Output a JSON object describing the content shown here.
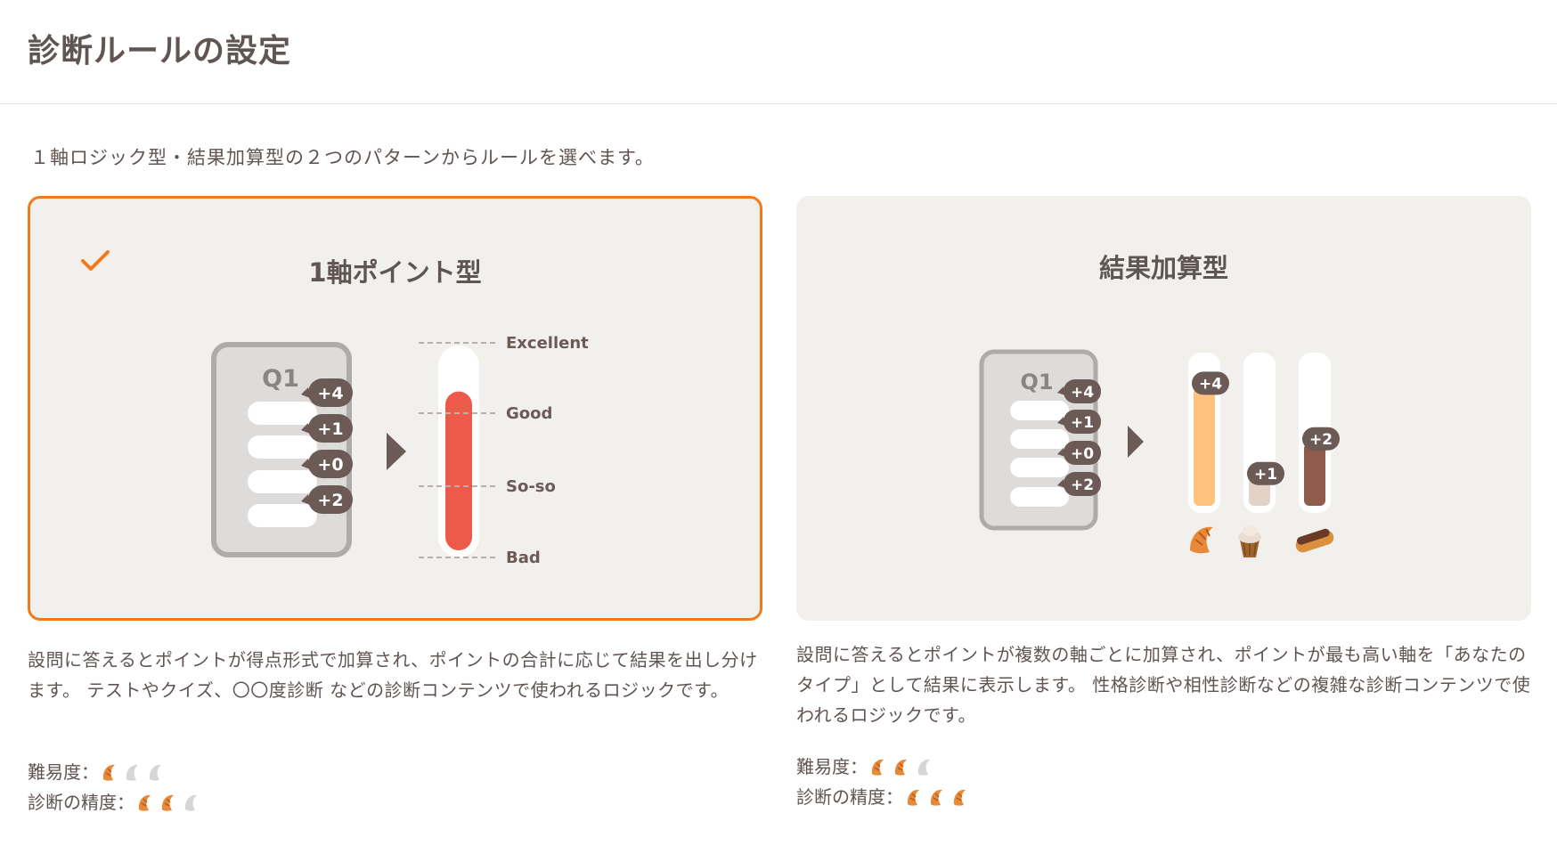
{
  "header": {
    "title": "診断ルールの設定"
  },
  "intro": "１軸ロジック型・結果加算型の２つのパターンからルールを選べます。",
  "colors": {
    "accent": "#f27a1a",
    "gauge_red": "#ec5a4a",
    "bar_orange": "#ffc27e",
    "bar_beige": "#e3d2c6",
    "bar_brown": "#8f5b4b"
  },
  "cards": [
    {
      "title": "1軸ポイント型",
      "selected": true,
      "question_label": "Q1",
      "points": [
        "+4",
        "+1",
        "+0",
        "+2"
      ],
      "gauge_labels": [
        "Excellent",
        "Good",
        "So-so",
        "Bad"
      ],
      "gauge_level": 0.8,
      "description": "設問に答えるとポイントが得点形式で加算され、ポイントの合計に応じて結果を出し分けます。 テストやクイズ、〇〇度診断 などの診断コンテンツで使われるロジックです。",
      "difficulty_label": "難易度：",
      "difficulty": 1,
      "accuracy_label": "診断の精度：",
      "accuracy": 2,
      "max_rating": 3
    },
    {
      "title": "結果加算型",
      "selected": false,
      "question_label": "Q1",
      "points": [
        "+4",
        "+1",
        "+0",
        "+2"
      ],
      "result_bars": [
        {
          "points": "+4",
          "level": 0.85,
          "icon": "croissant-icon"
        },
        {
          "points": "+1",
          "level": 0.2,
          "icon": "cupcake-icon"
        },
        {
          "points": "+2",
          "level": 0.45,
          "icon": "eclair-icon"
        }
      ],
      "description": "設問に答えるとポイントが複数の軸ごとに加算され、ポイントが最も高い軸を「あなたのタイプ」として結果に表示します。 性格診断や相性診断などの複雑な診断コンテンツで使われるロジックです。",
      "difficulty_label": "難易度：",
      "difficulty": 2,
      "accuracy_label": "診断の精度：",
      "accuracy": 3,
      "max_rating": 3
    }
  ]
}
